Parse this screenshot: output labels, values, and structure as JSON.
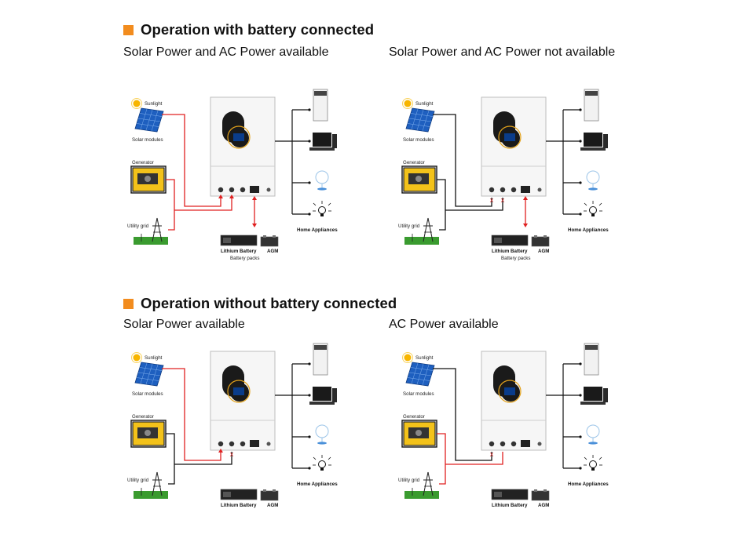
{
  "sections": [
    {
      "title": "Operation with battery connected"
    },
    {
      "title": "Operation without battery connected"
    }
  ],
  "labels": {
    "sunlight": "Sunlight",
    "solar_modules": "Solar modules",
    "generator": "Generator",
    "utility_grid": "Utility grid",
    "home_appliances": "Home Appliances",
    "lithium_battery": "Lithium Battery",
    "agm": "AGM",
    "battery_packs": "Battery packs",
    "blocked_mark": "X"
  },
  "colors": {
    "accent": "#f28c1e",
    "active_line": "#e02020",
    "inactive_line": "#111111"
  },
  "panels": [
    {
      "subtitle": "Solar Power and AC Power available",
      "solar": "red",
      "ac": "red",
      "ac_x": false,
      "battery": true,
      "battery_caption": true
    },
    {
      "subtitle": "Solar Power and AC Power not available",
      "solar": "black",
      "ac": "black",
      "ac_x": true,
      "battery": true,
      "battery_caption": true
    },
    {
      "subtitle": "Solar Power available",
      "solar": "red",
      "ac": "black",
      "ac_x": true,
      "battery": false,
      "battery_caption": false
    },
    {
      "subtitle": "AC Power available",
      "solar": "black",
      "ac": "red",
      "ac_x": true,
      "battery": false,
      "battery_caption": false
    }
  ]
}
